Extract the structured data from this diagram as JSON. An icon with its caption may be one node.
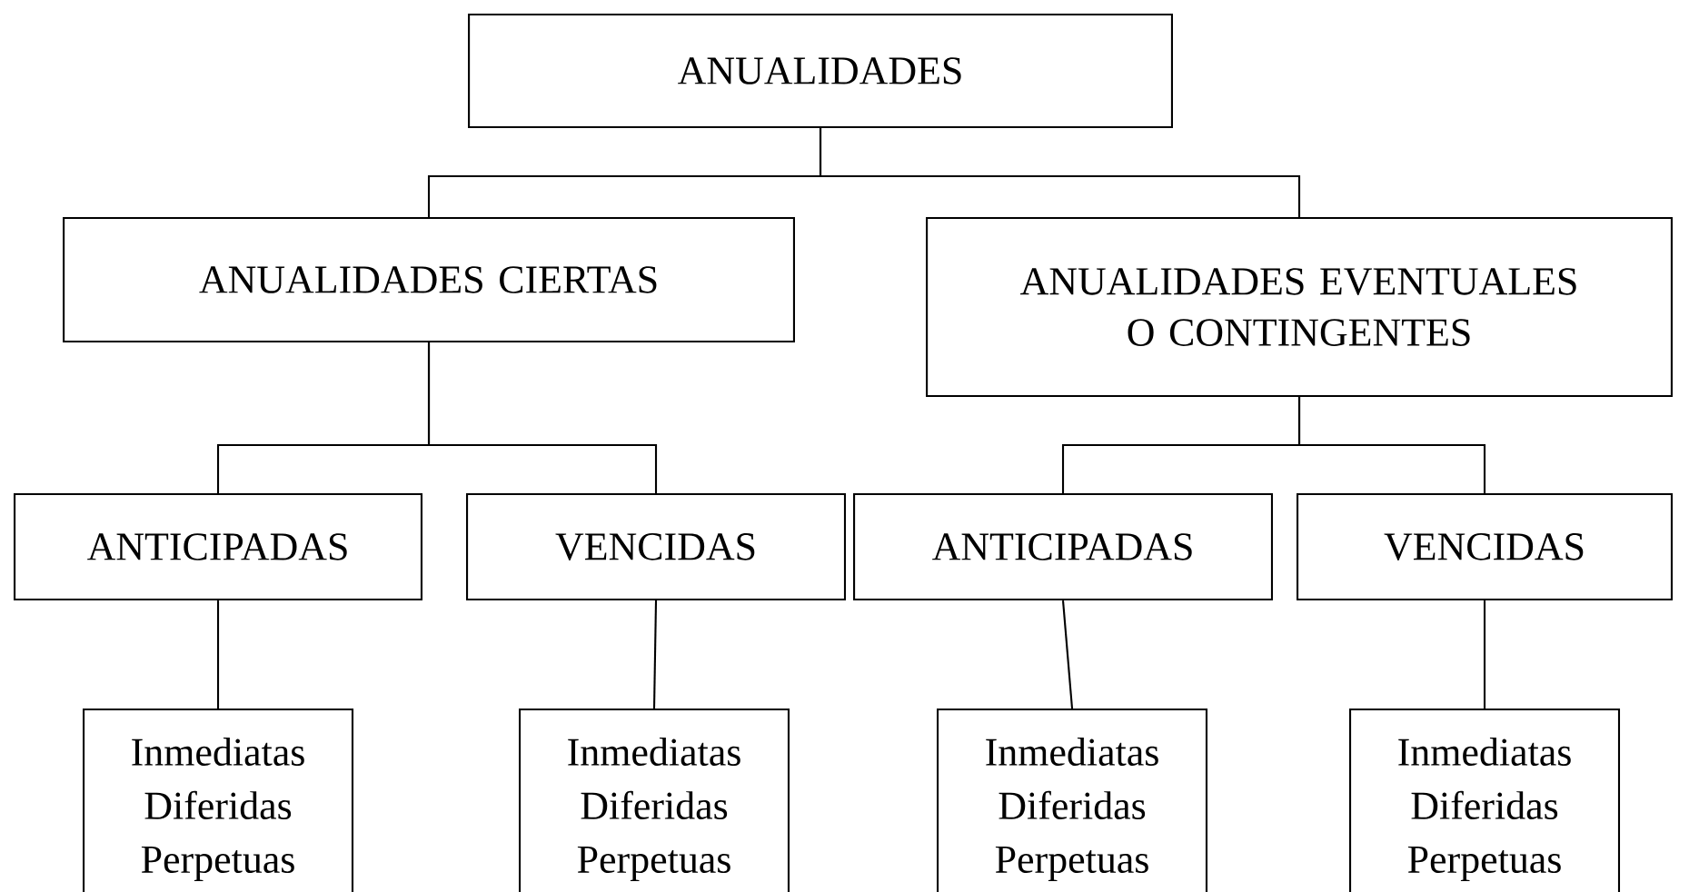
{
  "diagram": {
    "nodes": [
      {
        "text": [
          "ANUALIDADES"
        ]
      },
      {
        "text": [
          "ANUALIDADES CIERTAS"
        ]
      },
      {
        "text": [
          "ANUALIDADES EVENTUALES O CONTINGENTES"
        ]
      },
      {
        "text": [
          "ANTICIPADAS"
        ]
      },
      {
        "text": [
          "VENCIDAS"
        ]
      },
      {
        "text": [
          "ANTICIPADAS"
        ]
      },
      {
        "text": [
          "VENCIDAS"
        ]
      },
      {
        "text": [
          "Inmediatas Diferidas Perpetuas"
        ]
      },
      {
        "text": [
          "Inmediatas Diferidas Perpetuas"
        ]
      },
      {
        "text": [
          "Inmediatas Diferidas Perpetuas"
        ]
      },
      {
        "text": [
          "Inmediatas Diferidas Perpetuas"
        ]
      }
    ],
    "edges": [
      {
        "from": 0,
        "to": 1,
        "arrow": "none"
      },
      {
        "from": 0,
        "to": 2,
        "arrow": "none"
      },
      {
        "from": 1,
        "to": 3,
        "arrow": "none"
      },
      {
        "from": 1,
        "to": 4,
        "arrow": "none"
      },
      {
        "from": 2,
        "to": 5,
        "arrow": "none"
      },
      {
        "from": 2,
        "to": 6,
        "arrow": "none"
      },
      {
        "from": 3,
        "to": 7,
        "arrow": "none"
      },
      {
        "from": 4,
        "to": 8,
        "arrow": "none"
      },
      {
        "from": 5,
        "to": 9,
        "arrow": "none"
      },
      {
        "from": 6,
        "to": 10,
        "arrow": "none"
      }
    ]
  }
}
